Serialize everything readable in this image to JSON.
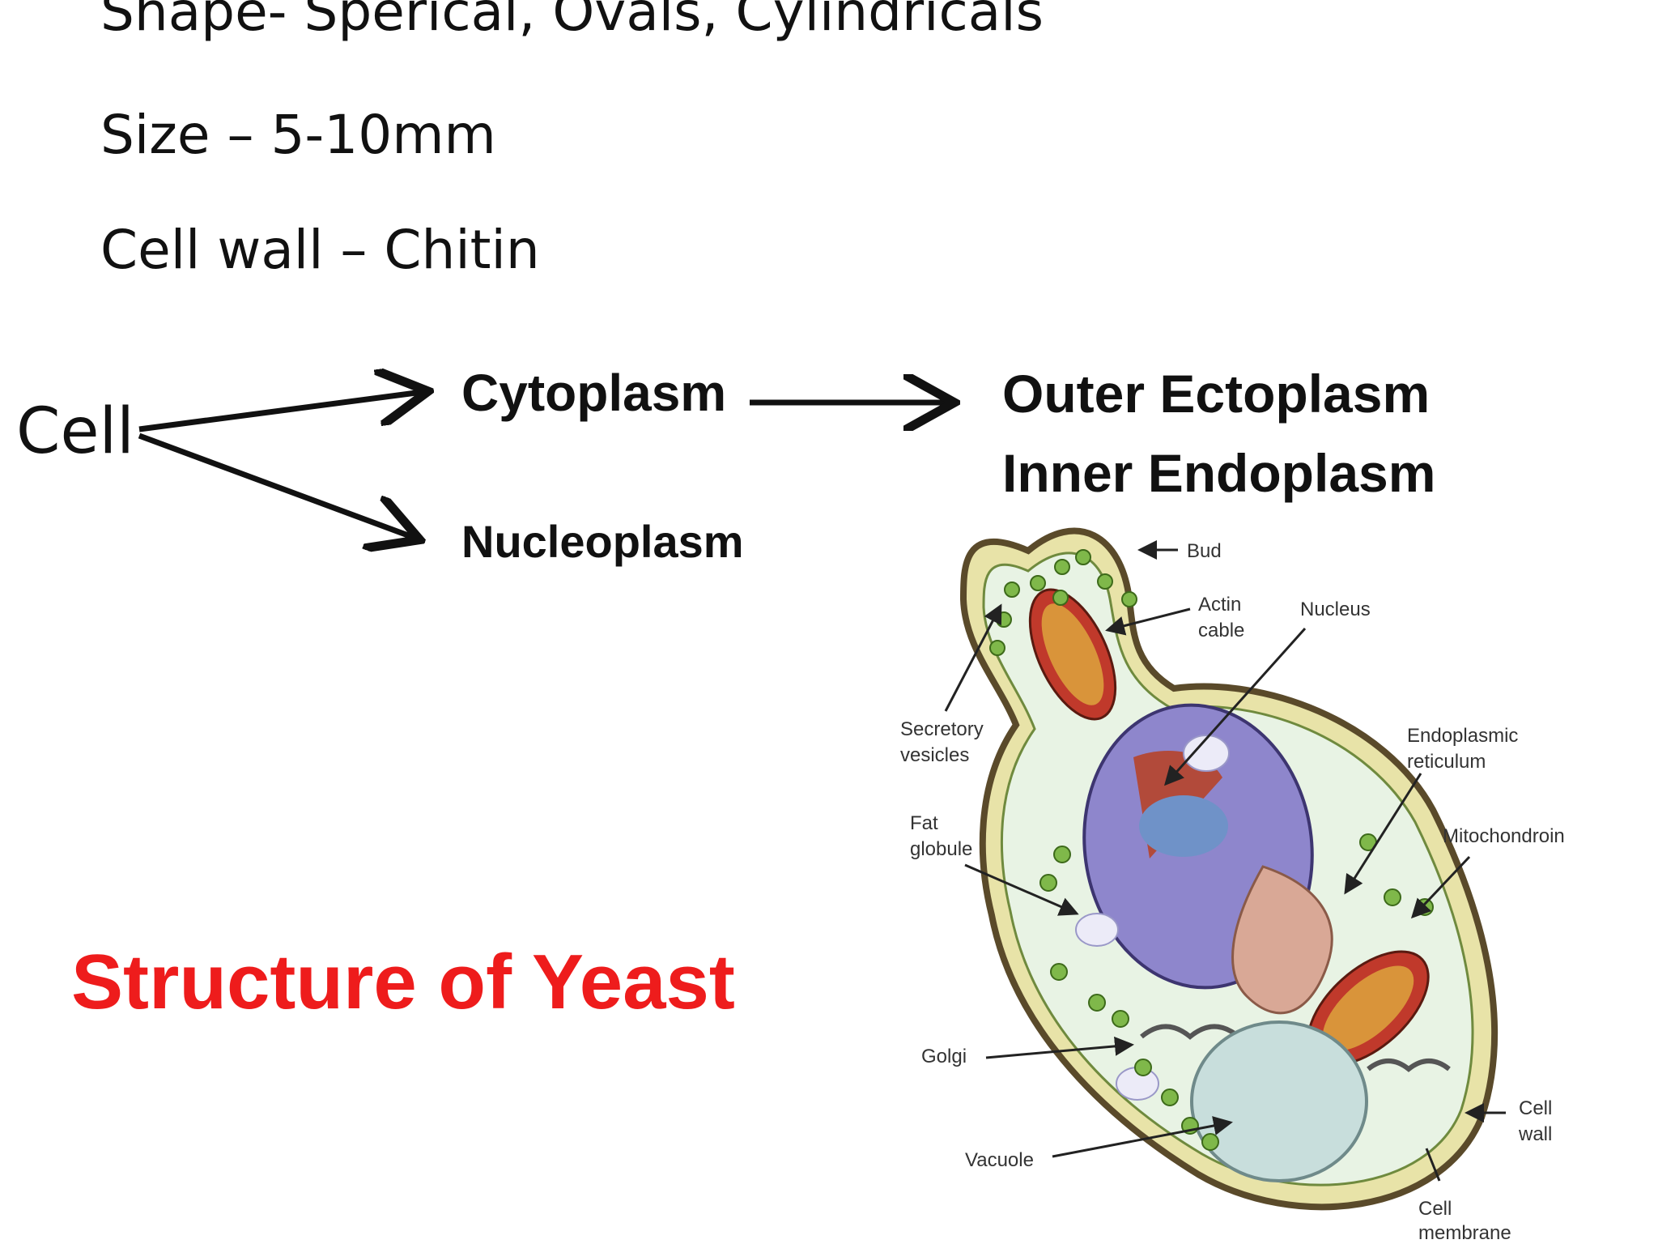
{
  "text": {
    "shape": "Shape- Sperical, Ovals, Cylindricals",
    "size": "Size – 5-10mm",
    "cell_wall": "Cell wall – Chitin"
  },
  "flow": {
    "cell": "Cell",
    "cytoplasm": "Cytoplasm",
    "nucleoplasm": "Nucleoplasm",
    "outer": "Outer Ectoplasm",
    "inner": "Inner Endoplasm"
  },
  "title": "Structure of Yeast",
  "diagram": {
    "labels": {
      "bud": "Bud",
      "actin1": "Actin",
      "actin2": "cable",
      "nucleus": "Nucleus",
      "secretory1": "Secretory",
      "secretory2": "vesicles",
      "er1": "Endoplasmic",
      "er2": "reticulum",
      "fat1": "Fat",
      "fat2": "globule",
      "mito": "Mitochondroin",
      "golgi": "Golgi",
      "vacuole": "Vacuole",
      "wall1": "Cell",
      "wall2": "wall",
      "membrane1": "Cell",
      "membrane2": "membrane"
    }
  },
  "colors": {
    "title": "#ee1c1c",
    "cell_wall": "#e8e3a8",
    "cytoplasm": "#e8f3e4",
    "nucleus": "#8e86cc",
    "vacuole": "#c8dedc",
    "mitochondria": "#c0392b",
    "vesicles": "#7fb84a"
  }
}
